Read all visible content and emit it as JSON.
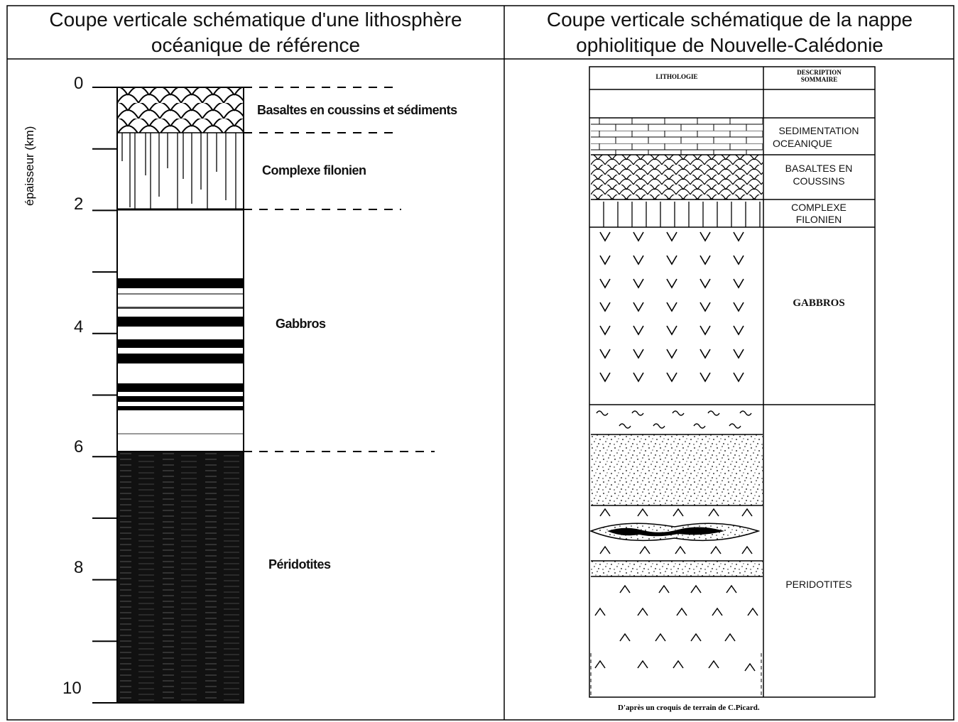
{
  "left_panel": {
    "title_line1": "Coupe verticale schématique d'une lithosphère",
    "title_line2": "océanique de référence",
    "axis_title": "épaisseur (km)",
    "ticks": [
      "0",
      "2",
      "4",
      "6",
      "8",
      "10"
    ],
    "labels": {
      "basaltes": "Basaltes en coussins et sédiments",
      "complexe": "Complexe filonien",
      "gabbros": "Gabbros",
      "peridotites": "Péridotites"
    }
  },
  "right_panel": {
    "title_line1": "Coupe verticale schématique de la nappe",
    "title_line2": "ophiolitique de Nouvelle-Calédonie",
    "header_lithologie": "LITHOLOGIE",
    "header_description_line1": "DESCRIPTION",
    "header_description_line2": "SOMMAIRE",
    "desc": {
      "sedimentation_line1": "SEDIMENTATION",
      "sedimentation_line2": "OCEANIQUE",
      "basaltes_line1": "BASALTES EN",
      "basaltes_line2": "COUSSINS",
      "complexe_line1": "COMPLEXE",
      "complexe_line2": "FILONIEN",
      "gabbros": "GABBROS",
      "peridotites": "PERIDOTITES"
    },
    "credit": "D'après un croquis de terrain de C.Picard."
  }
}
